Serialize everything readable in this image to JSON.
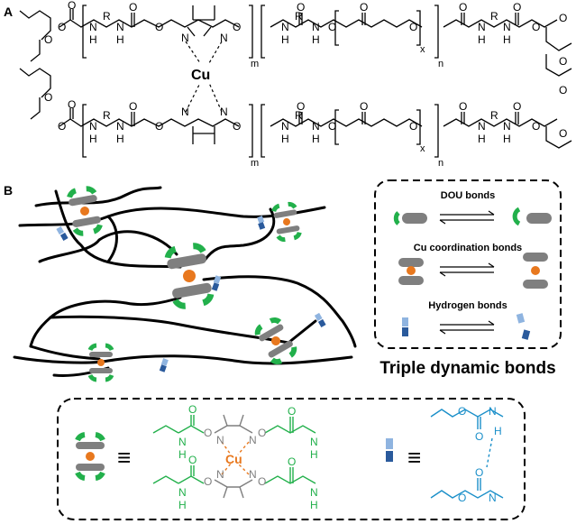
{
  "panel_a": {
    "label": "A",
    "metal": "Cu",
    "atoms": {
      "O": "O",
      "N": "N",
      "H": "H",
      "R": "R"
    },
    "subscripts": {
      "m": "m",
      "n": "n",
      "x": "x"
    }
  },
  "panel_b": {
    "label": "B",
    "legend": {
      "dou": "DOU bonds",
      "cu": "Cu coordination bonds",
      "hbond": "Hydrogen bonds",
      "caption": "Triple dynamic bonds"
    },
    "key": {
      "equiv": "≡",
      "metal": "Cu"
    }
  },
  "colors": {
    "green": "#22b04b",
    "orange": "#e8781e",
    "gray": "#7f7f7f",
    "blue_light": "#8fb4e0",
    "blue_dark": "#2a5a9c",
    "cyan": "#1a8fc9",
    "line": "#000000"
  }
}
